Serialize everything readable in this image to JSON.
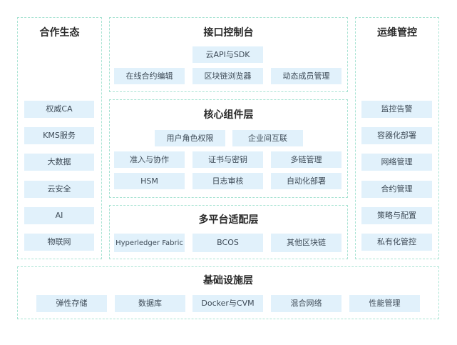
{
  "colors": {
    "panel_border": "#a9e3d3",
    "chip_background": "#e1f1fb",
    "chip_text": "#3d4a56",
    "title_text": "#2b2b2b"
  },
  "partner": {
    "title": "合作生态",
    "items": [
      "权威CA",
      "KMS服务",
      "大数据",
      "云安全",
      "AI",
      "物联网"
    ]
  },
  "console": {
    "title": "接口控制台",
    "items": [
      "云API与SDK",
      "在线合约编辑",
      "区块链浏览器",
      "动态成员管理"
    ]
  },
  "core": {
    "title": "核心组件层",
    "items": [
      "用户角色权限",
      "企业间互联",
      "准入与协作",
      "证书与密钥",
      "多链管理",
      "HSM",
      "日志审核",
      "自动化部署"
    ]
  },
  "adapter": {
    "title": "多平台适配层",
    "items": [
      "Hyperledger Fabric",
      "BCOS",
      "其他区块链"
    ]
  },
  "ops": {
    "title": "运维管控",
    "items": [
      "监控告警",
      "容器化部署",
      "网络管理",
      "合约管理",
      "策略与配置",
      "私有化管控"
    ]
  },
  "infra": {
    "title": "基础设施层",
    "items": [
      "弹性存储",
      "数据库",
      "Docker与CVM",
      "混合网络",
      "性能管理"
    ]
  }
}
